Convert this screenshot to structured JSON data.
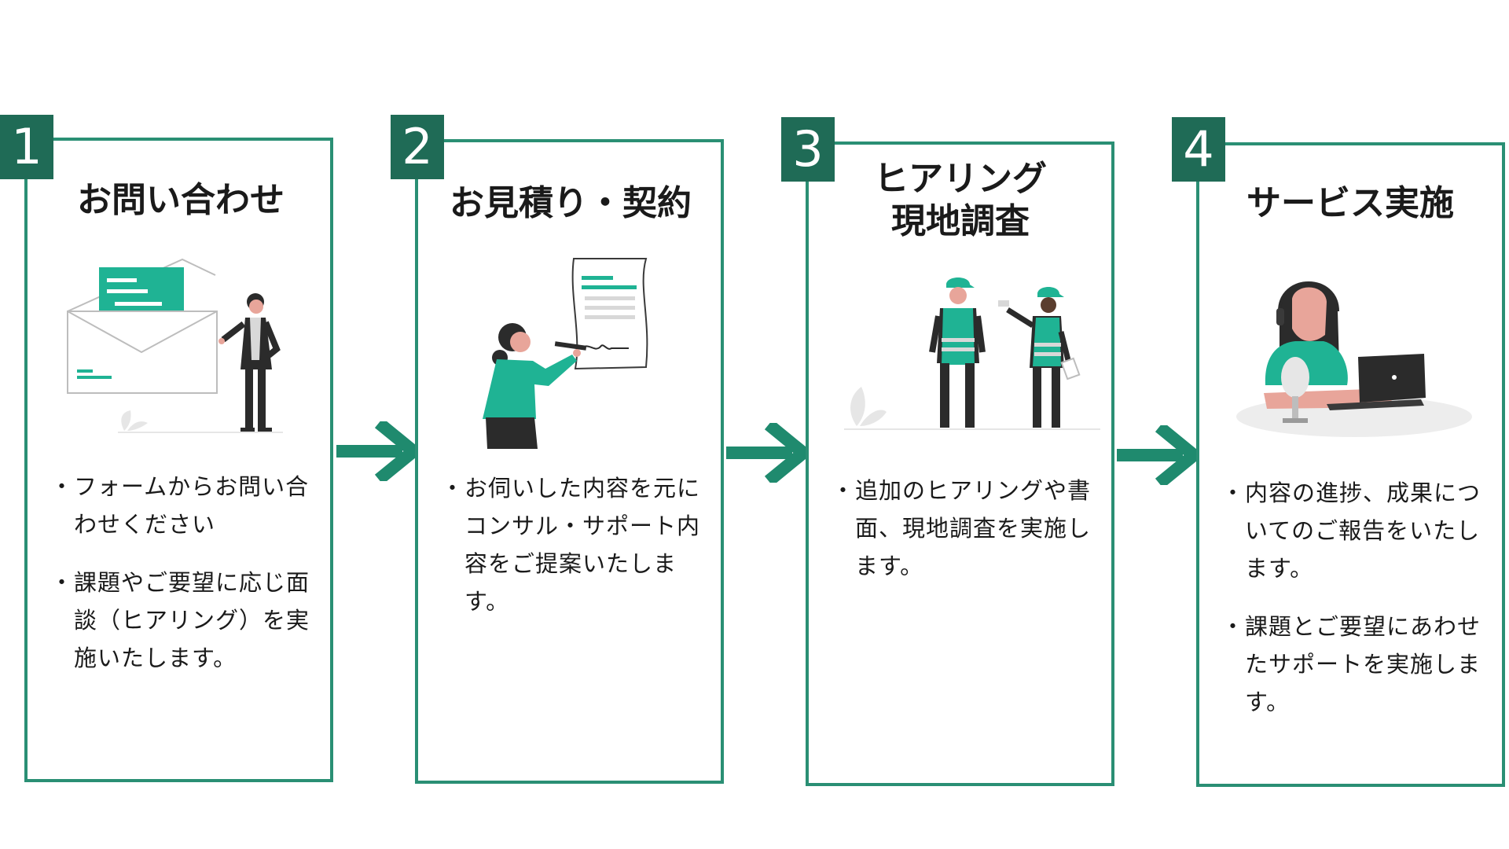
{
  "colors": {
    "border": "#2a8f74",
    "badge": "#1f6b56",
    "accent": "#1fb394",
    "arrow": "#1f8a6e",
    "text": "#1a1a1a"
  },
  "steps": [
    {
      "number": "1",
      "title_lines": [
        "お問い合わせ"
      ],
      "illustration": "envelope-businessman-illustration",
      "bullets": [
        "フォームからお問い合わせください",
        "課題やご要望に応じ面談（ヒアリング）を実施いたします。"
      ]
    },
    {
      "number": "2",
      "title_lines": [
        "お見積り・契約"
      ],
      "illustration": "woman-signing-contract-illustration",
      "bullets": [
        "お伺いした内容を元にコンサル・サポート内容をご提案いたします。"
      ]
    },
    {
      "number": "3",
      "title_lines": [
        "ヒアリング",
        "現地調査"
      ],
      "illustration": "field-workers-survey-illustration",
      "bullets": [
        "追加のヒアリングや書面、現地調査を実施します。"
      ]
    },
    {
      "number": "4",
      "title_lines": [
        "サービス実施"
      ],
      "illustration": "woman-headset-laptop-illustration",
      "bullets": [
        "内容の進捗、成果についてのご報告をいたします。",
        "課題とご要望にあわせたサポートを実施します。"
      ]
    }
  ],
  "bullet_mark": "・",
  "arrow_icon": "right-arrow-icon"
}
